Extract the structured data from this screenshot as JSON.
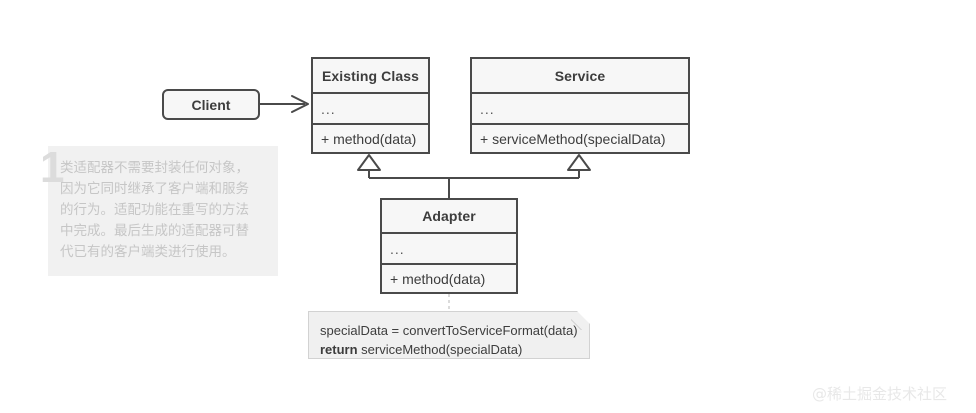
{
  "diagram": {
    "title": "Class Adapter UML diagram",
    "colors": {
      "box_fill": "#f7f7f7",
      "box_border": "#4a4a4a",
      "text": "#3d3d3d",
      "note_panel_bg": "#f1f1f1",
      "note_text": "#c6c6c6",
      "code_note_bg": "#f0f0f0",
      "code_note_border": "#d2d2d2",
      "watermark": "#e8e8e8",
      "canvas_bg": "#ffffff"
    }
  },
  "classes": {
    "client": {
      "name": "Client"
    },
    "existing_class": {
      "name": "Existing Class",
      "fields": "...",
      "method": "+ method(data)"
    },
    "service": {
      "name": "Service",
      "fields": "...",
      "method": "+ serviceMethod(specialData)"
    },
    "adapter": {
      "name": "Adapter",
      "fields": "...",
      "method": "+ method(data)"
    }
  },
  "annotation": {
    "number": "1",
    "text": "类适配器不需要封装任何对象，因为它同时继承了客户端和服务的行为。适配功能在重写的方法中完成。最后生成的适配器可替代已有的客户端类进行使用。"
  },
  "code_note": {
    "line1": "specialData = convertToServiceFormat(data)",
    "line2_keyword": "return",
    "line2_rest": " serviceMethod(specialData)"
  },
  "watermark": {
    "text": "@稀土掘金技术社区"
  },
  "relations": {
    "client_to_existing": "association",
    "adapter_to_existing": "generalization",
    "adapter_to_service": "generalization",
    "adapter_to_note": "note-link"
  }
}
